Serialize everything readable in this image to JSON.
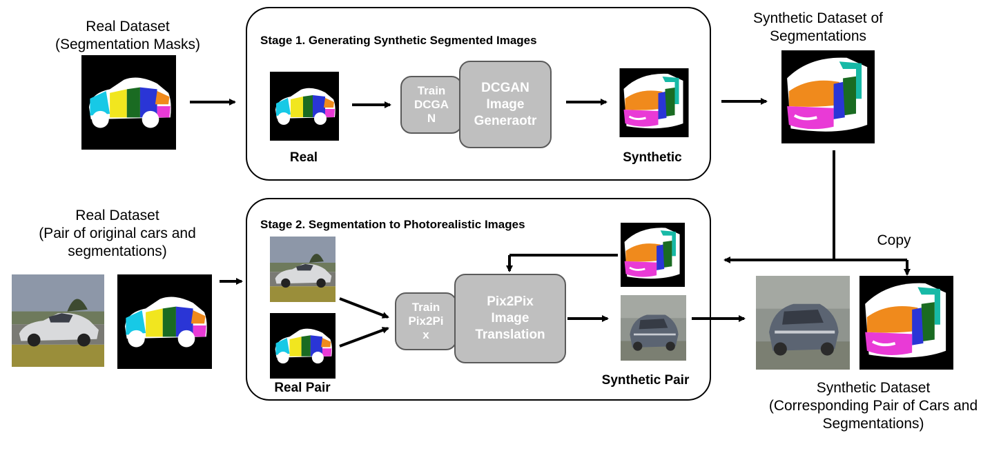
{
  "real_dataset_masks": [
    "Real Dataset",
    "(Segmentation Masks)"
  ],
  "stage1": {
    "title": "Stage 1. Generating Synthetic Segmented Images",
    "train_box": [
      "Train",
      "DCGA",
      "N"
    ],
    "generator_box": [
      "DCGAN",
      "Image",
      "Generaotr"
    ],
    "real_label": "Real",
    "synthetic_label": "Synthetic"
  },
  "synthetic_dataset_seg": [
    "Synthetic Dataset of",
    "Segmentations"
  ],
  "real_dataset_pairs": [
    "Real Dataset",
    "(Pair of original cars and",
    "segmentations)"
  ],
  "stage2": {
    "title": "Stage 2. Segmentation to Photorealistic Images",
    "train_box": [
      "Train",
      "Pix2Pi",
      "x"
    ],
    "translation_box": [
      "Pix2Pix",
      "Image",
      "Translation"
    ],
    "real_pair_label": "Real Pair",
    "synthetic_pair_label": "Synthetic Pair"
  },
  "copy_label": "Copy",
  "synthetic_dataset_final": [
    "Synthetic Dataset",
    "(Corresponding Pair of Cars and",
    "Segmentations)"
  ],
  "colors": {
    "arrow": "#000000",
    "process_box_fill": "#bfbfbf",
    "process_box_border": "#5a5a5a",
    "mask_background": "#000000"
  }
}
